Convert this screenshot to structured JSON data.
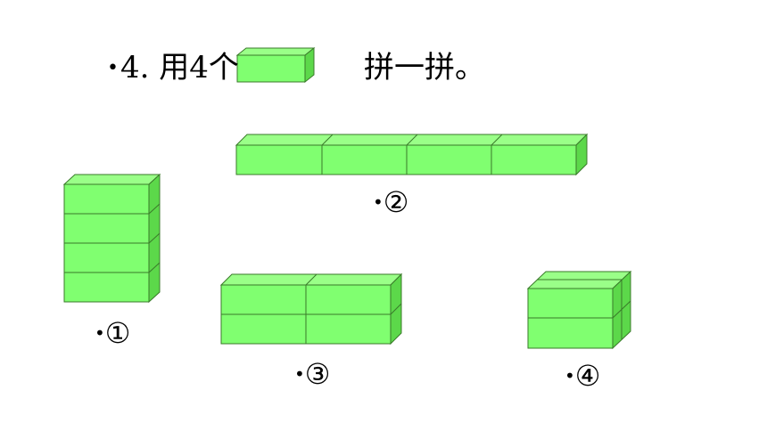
{
  "title": {
    "bullet": "•",
    "text": "4. 用4个",
    "suffix": "拼一拼。"
  },
  "figures": [
    {
      "bullet": "•",
      "label": "①"
    },
    {
      "bullet": "•",
      "label": "②"
    },
    {
      "bullet": "•",
      "label": "③"
    },
    {
      "bullet": "•",
      "label": "④"
    }
  ],
  "colors": {
    "block_front": "#80ff70",
    "block_top": "#9aff88",
    "block_side": "#5cd84a",
    "block_edge": "#3a7a2a"
  }
}
